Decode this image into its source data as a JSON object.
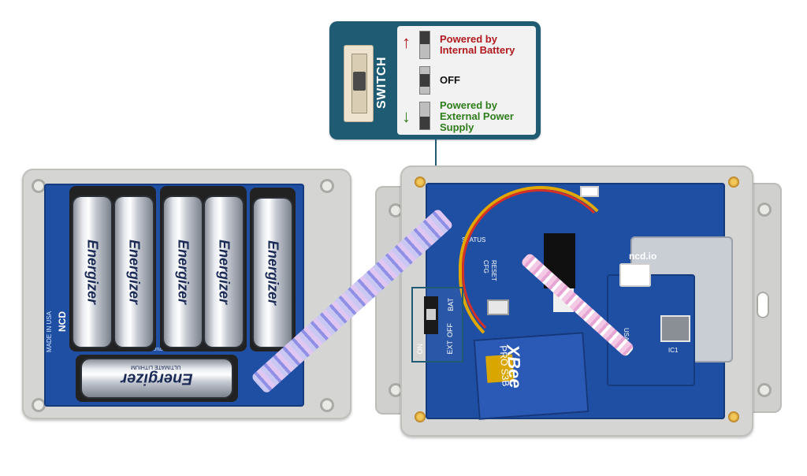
{
  "callout": {
    "switch_label": "SWITCH",
    "states": [
      {
        "label_line1": "Powered by",
        "label_line2": "Internal Battery",
        "color": "#b0191e",
        "arrow": "↑"
      },
      {
        "label_line1": "OFF",
        "label_line2": "",
        "color": "#111111",
        "arrow": ""
      },
      {
        "label_line1": "Powered by",
        "label_line2": "External Power",
        "label_line3": "Supply",
        "color": "#2e7d1b",
        "arrow": "↓"
      }
    ]
  },
  "left_board": {
    "battery_brand": "Energizer",
    "battery_subtitle": "ULTIMATE LITHIUM",
    "pcb_logo": "NCD",
    "pcb_text": "MADE IN USA",
    "pcb_fine_print": "National Control Devices, LLC"
  },
  "right_board": {
    "brand": "ncd.io",
    "module_name": "XBee",
    "module_sub": "PRO S3B",
    "switch_labels": [
      "EXT",
      "OFF",
      "BAT",
      "ON"
    ],
    "pcb_labels": [
      "STATUS",
      "CFG",
      "RESET",
      "USA",
      "IC1"
    ]
  },
  "colors": {
    "callout_bg": "#1f5c73",
    "pcb_blue": "#1f4fa3",
    "enclosure": "#d5d6d3"
  }
}
